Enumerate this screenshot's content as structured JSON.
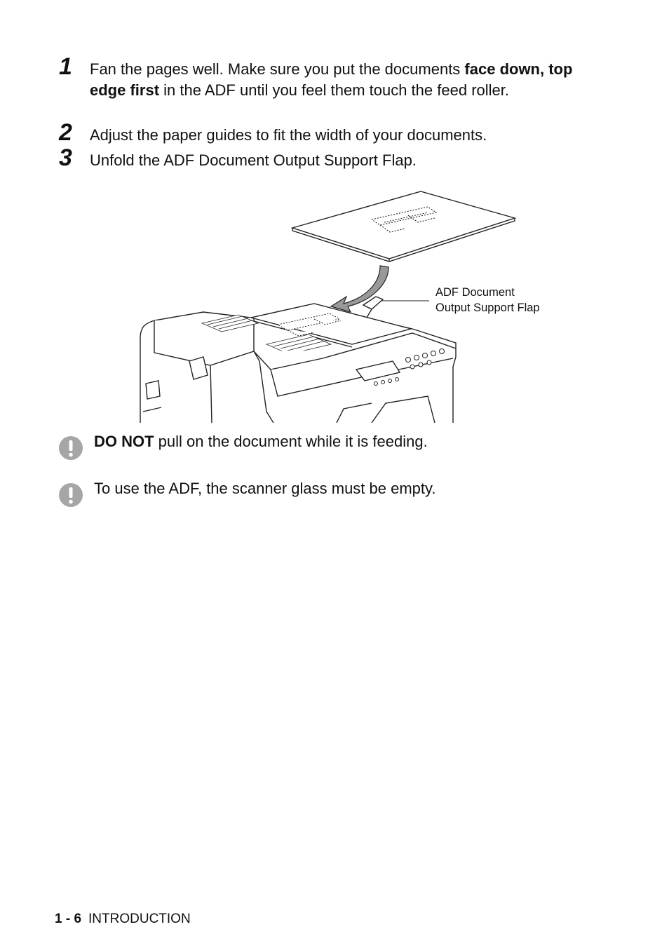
{
  "steps": [
    {
      "number": "1",
      "text_1": "Fan the pages well. Make sure you put the documents ",
      "bold_1": "face down, top edge first",
      "text_2": " in the ADF until you feel them touch the feed roller."
    },
    {
      "number": "2",
      "text_1": "Adjust the paper guides to fit the width of your documents."
    },
    {
      "number": "3",
      "text_1": "Unfold the ADF Document Output Support Flap."
    }
  ],
  "figure": {
    "callout_line_1": "ADF Document",
    "callout_line_2": "Output Support Flap"
  },
  "notes": [
    {
      "icon": "exclamation-icon",
      "bold": "DO NOT",
      "text": " pull on the document while it is feeding."
    },
    {
      "icon": "exclamation-icon",
      "bold": "",
      "text": "To use the ADF, the scanner glass must be empty."
    }
  ],
  "footer": {
    "page_number": "1 - 6",
    "section": "INTRODUCTION"
  },
  "colors": {
    "icon_gray": "#a6a6a6",
    "line_art": "#222222"
  }
}
